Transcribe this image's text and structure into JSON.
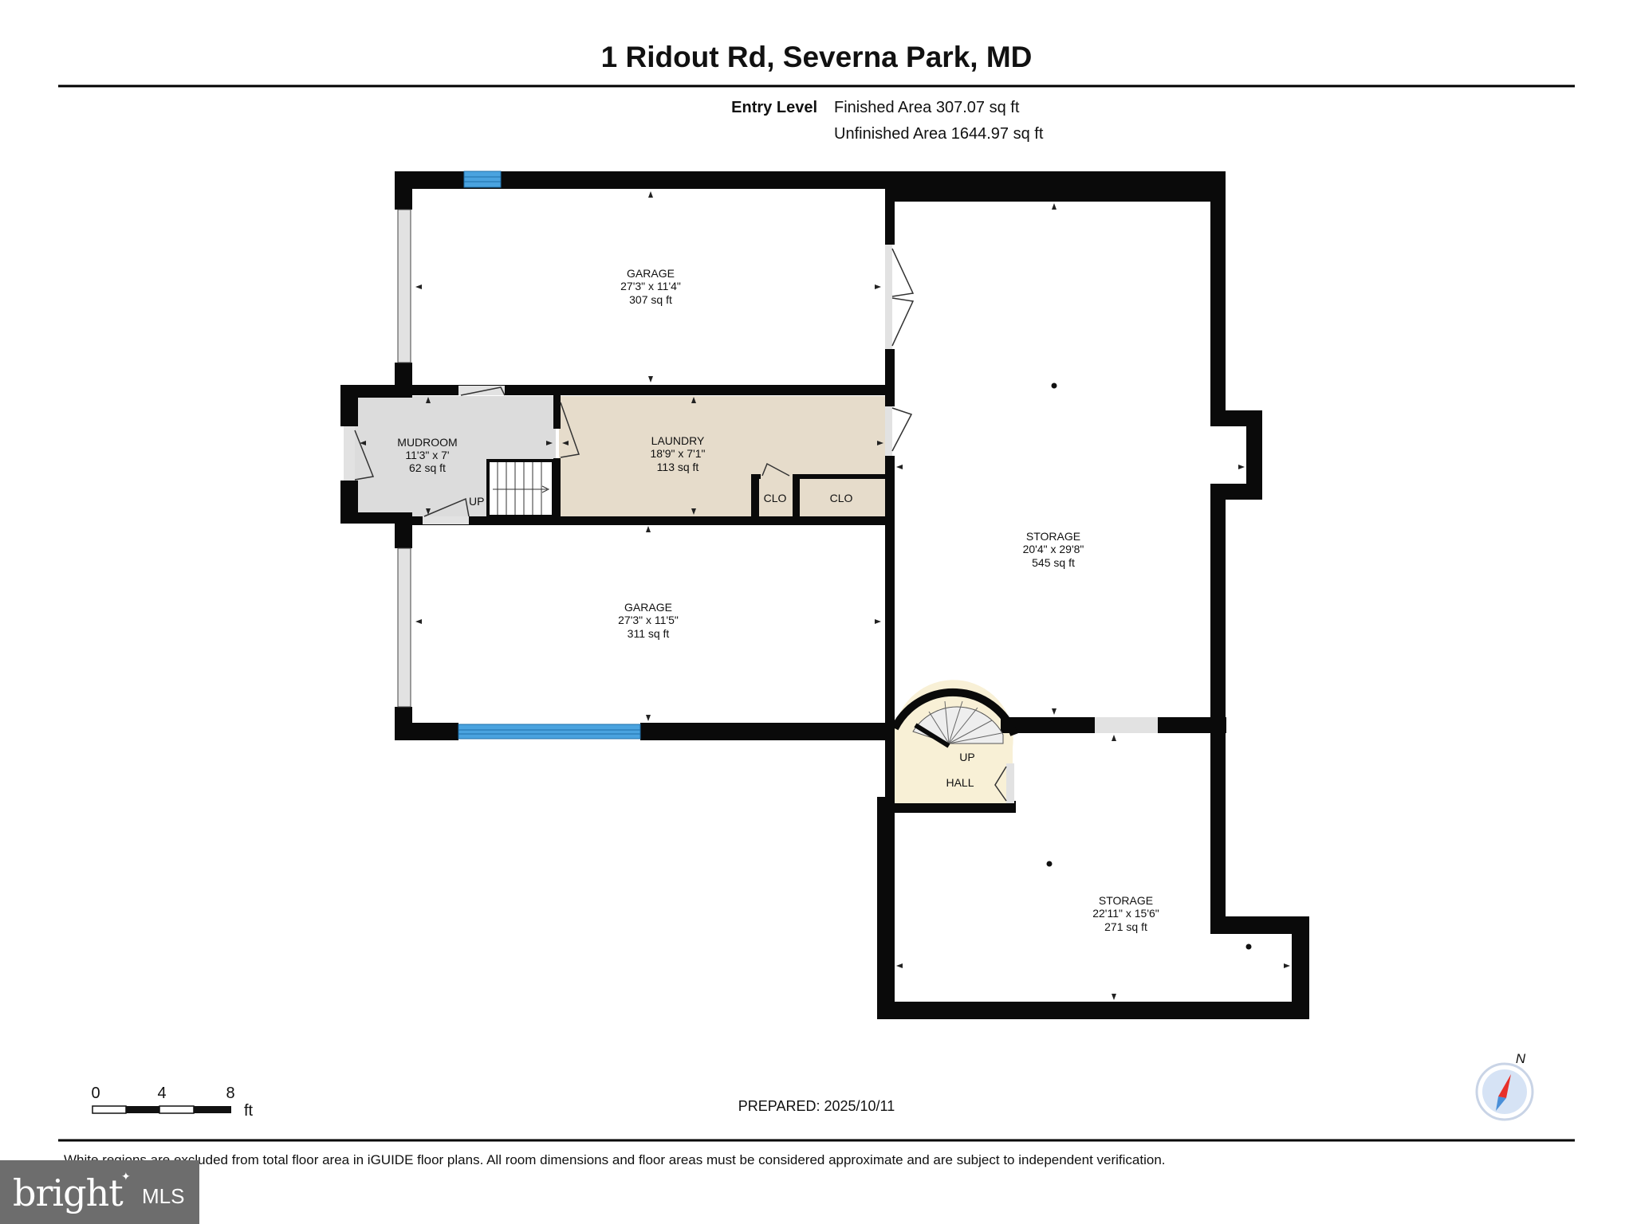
{
  "title": "1 Ridout Rd, Severna Park, MD",
  "level": {
    "name": "Entry Level",
    "finished_area": "Finished Area 307.07 sq ft",
    "unfinished_area": "Unfinished Area 1644.97 sq ft"
  },
  "rooms": {
    "garage_top": {
      "name": "GARAGE",
      "dims": "27'3\" x 11'4\"",
      "area": "307 sq ft"
    },
    "mudroom": {
      "name": "MUDROOM",
      "dims": "11'3\" x 7'",
      "area": "62 sq ft"
    },
    "laundry": {
      "name": "LAUNDRY",
      "dims": "18'9\" x 7'1\"",
      "area": "113 sq ft"
    },
    "clo1": {
      "name": "CLO"
    },
    "clo2": {
      "name": "CLO"
    },
    "garage_bottom": {
      "name": "GARAGE",
      "dims": "27'3\" x 11'5\"",
      "area": "311 sq ft"
    },
    "storage_main": {
      "name": "STORAGE",
      "dims": "20'4\" x 29'8\"",
      "area": "545 sq ft"
    },
    "hall": {
      "name": "HALL"
    },
    "storage_lower": {
      "name": "STORAGE",
      "dims": "22'11\" x 15'6\"",
      "area": "271 sq ft"
    }
  },
  "stair_labels": {
    "mudroom": "UP",
    "hall": "UP"
  },
  "scale": {
    "ticks": [
      "0",
      "4",
      "8"
    ],
    "unit": "ft"
  },
  "compass": {
    "label": "N"
  },
  "prepared": "PREPARED: 2025/10/11",
  "footer": "White regions are excluded from total floor area in iGUIDE floor plans. All room dimensions and floor areas must be considered approximate and are subject to independent verification.",
  "logo": {
    "word": "bright",
    "suffix": "MLS"
  },
  "colors": {
    "wall": "#0a0a0a",
    "window": "#4aa3df",
    "mudroom_fill": "#dcdcdc",
    "laundry_fill": "#e6dccb",
    "hall_fill": "#f8f0d6",
    "compass_red": "#e8302a",
    "compass_blue": "#4a8fd8"
  },
  "icons": [
    "compass-icon",
    "logo-sparkle-icon"
  ]
}
